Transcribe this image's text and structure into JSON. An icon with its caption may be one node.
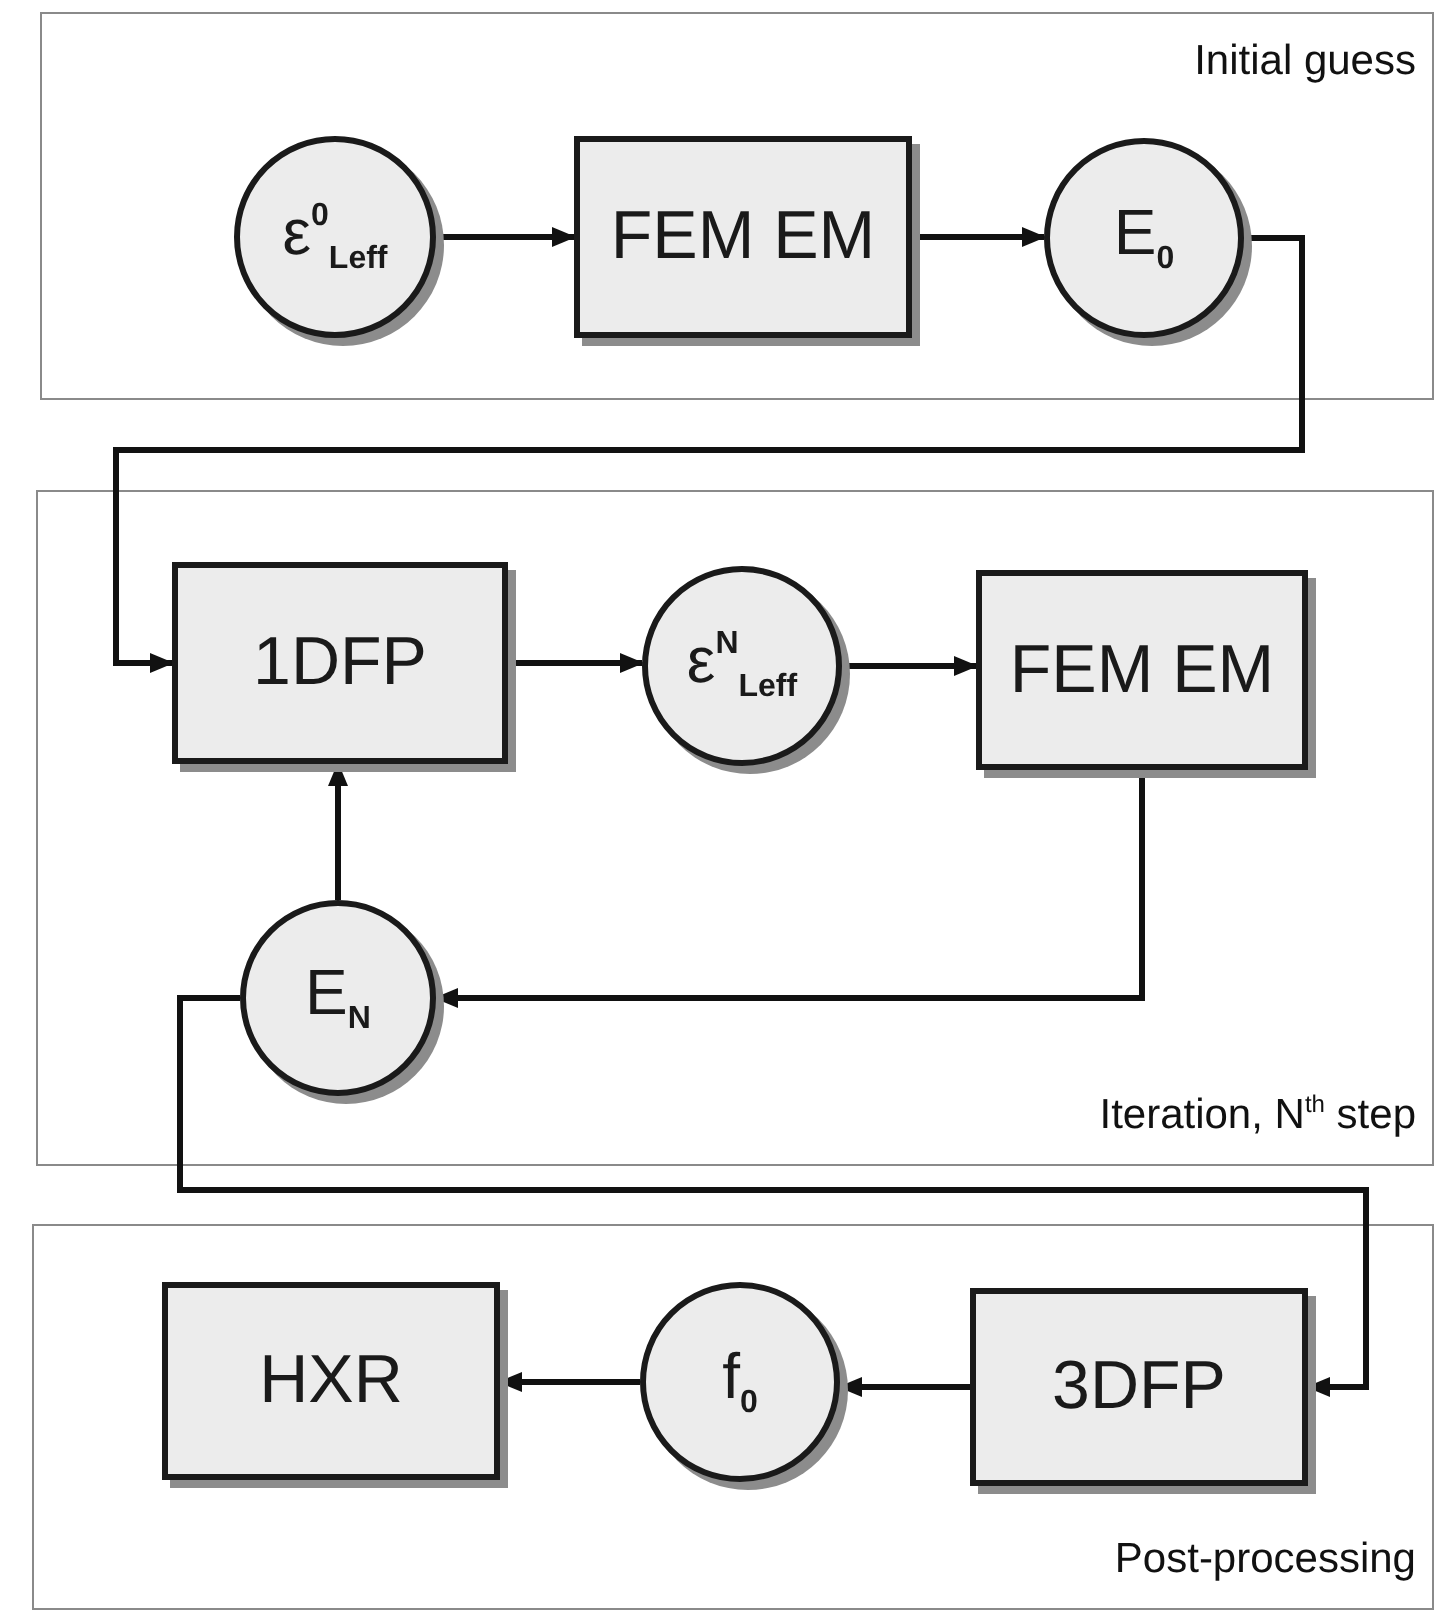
{
  "diagram": {
    "nodes": [
      {
        "text": [
          "Initial guess"
        ]
      },
      {
        "text": [
          "ε$^{0}$$_{Leff}$"
        ],
        "in": 0
      },
      {
        "text": [
          "FEM EM"
        ],
        "in": 0
      },
      {
        "text": [
          "E$_{0}$"
        ],
        "in": 0
      },
      {
        "text": [
          "Iteration, N$^{th}$ step"
        ]
      },
      {
        "text": [
          "1DFP"
        ],
        "in": 4
      },
      {
        "text": [
          "ε$^{N}$$_{Leff}$"
        ],
        "in": 4
      },
      {
        "text": [
          "FEM EM"
        ],
        "in": 4
      },
      {
        "text": [
          "E$_{N}$"
        ],
        "in": 4
      },
      {
        "text": [
          "Post-processing"
        ]
      },
      {
        "text": [
          "HXR"
        ],
        "in": 9
      },
      {
        "text": [
          "f$_{0}$"
        ],
        "in": 9
      },
      {
        "text": [
          "3DFP"
        ],
        "in": 9
      }
    ],
    "edges": [
      {
        "from": 1,
        "to": 2,
        "arrow": "to"
      },
      {
        "from": 2,
        "to": 3,
        "arrow": "to"
      },
      {
        "from": 3,
        "to": 5,
        "arrow": "to"
      },
      {
        "from": 5,
        "to": 6,
        "arrow": "to"
      },
      {
        "from": 6,
        "to": 7,
        "arrow": "to"
      },
      {
        "from": 7,
        "to": 8,
        "arrow": "to"
      },
      {
        "from": 8,
        "to": 5,
        "arrow": "to"
      },
      {
        "from": 8,
        "to": 12,
        "arrow": "to"
      },
      {
        "from": 12,
        "to": 11,
        "arrow": "to"
      },
      {
        "from": 11,
        "to": 10,
        "arrow": "to"
      }
    ]
  }
}
